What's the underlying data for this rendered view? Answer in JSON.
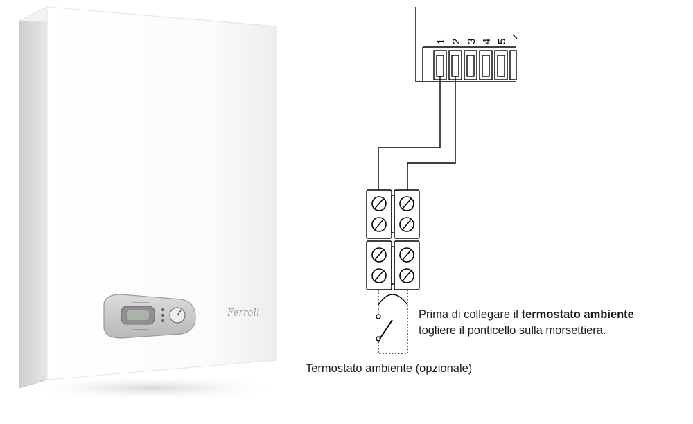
{
  "boiler": {
    "brand": "Ferroli"
  },
  "terminal_block": {
    "numbers": [
      "1",
      "2",
      "3",
      "4",
      "5"
    ]
  },
  "note": {
    "prefix": "Prima di collegare il ",
    "emphasis": "termostato ambiente",
    "line2": "togliere il ponticello sulla morsettiera."
  },
  "caption": "Termostato ambiente (opzionale)",
  "colors": {
    "line": "#000000",
    "boiler_body": "#f6f6f6",
    "boiler_shadow": "#d9d9d9",
    "panel": "#c9c9c9"
  },
  "icons": [
    "screw-terminal-icon",
    "switch-icon",
    "pressure-gauge-icon",
    "display-icon"
  ]
}
